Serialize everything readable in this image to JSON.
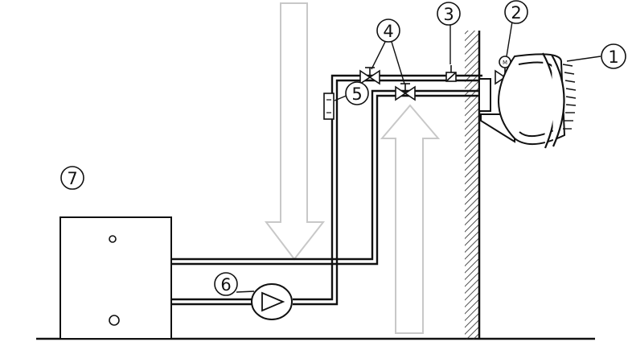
{
  "labels": {
    "n1": "1",
    "n2": "2",
    "n3": "3",
    "n4": "4",
    "n5": "5",
    "n6": "6",
    "n7": "7"
  },
  "pump_icon_text": "M"
}
